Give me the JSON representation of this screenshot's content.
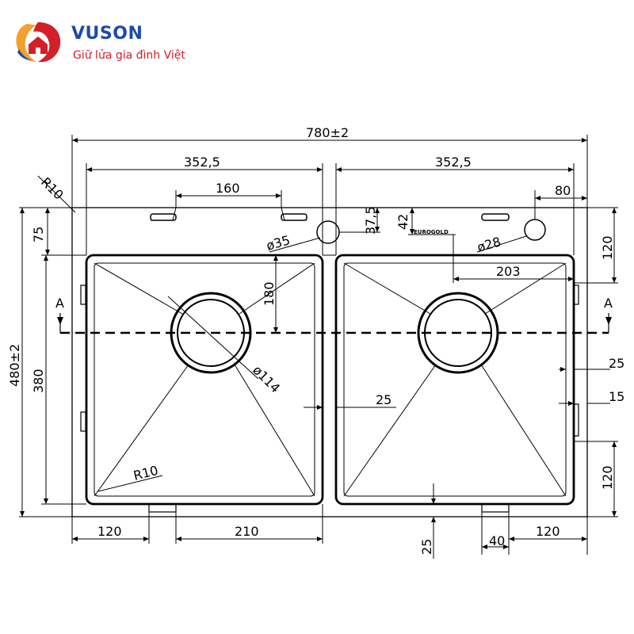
{
  "brand": {
    "name": "VUSON",
    "tagline": "Giữ lửa gia đình Việt",
    "colors": {
      "primary": "#1e4aa8",
      "accent": "#d21f2a",
      "secondary": "#f2a12b"
    },
    "logo_icon": "house-flame-logo"
  },
  "drawing": {
    "model_text": "EUROGOLD",
    "section_label": "A",
    "dimensions": {
      "overall_width": "780±2",
      "overall_height": "480±2",
      "left_bowl_width": "352,5",
      "right_bowl_width": "352,5",
      "corner_radius_top": "R10",
      "corner_radius_bottom": "R10",
      "soap_holder_spacing": "160",
      "right_hole_offset": "80",
      "tap_hole_diameter": "ø35",
      "tap_hole_offset": "37,5",
      "mark_offset": "42",
      "small_hole_diameter": "ø28",
      "right_top_margin": "120",
      "left_top_margin": "75",
      "drain_offset_vertical": "180",
      "drain_offset_horizontal": "203",
      "drain_diameter": "ø114",
      "divider_gap": "25",
      "right_inner_gap": "25",
      "right_edge_gap": "15",
      "bowl_depth": "380",
      "right_bottom_margin": "120",
      "bottom_left_offset": "120",
      "bottom_center_span": "210",
      "bottom_lip": "25",
      "bottom_right_tab": "40",
      "bottom_right_offset": "120"
    }
  }
}
